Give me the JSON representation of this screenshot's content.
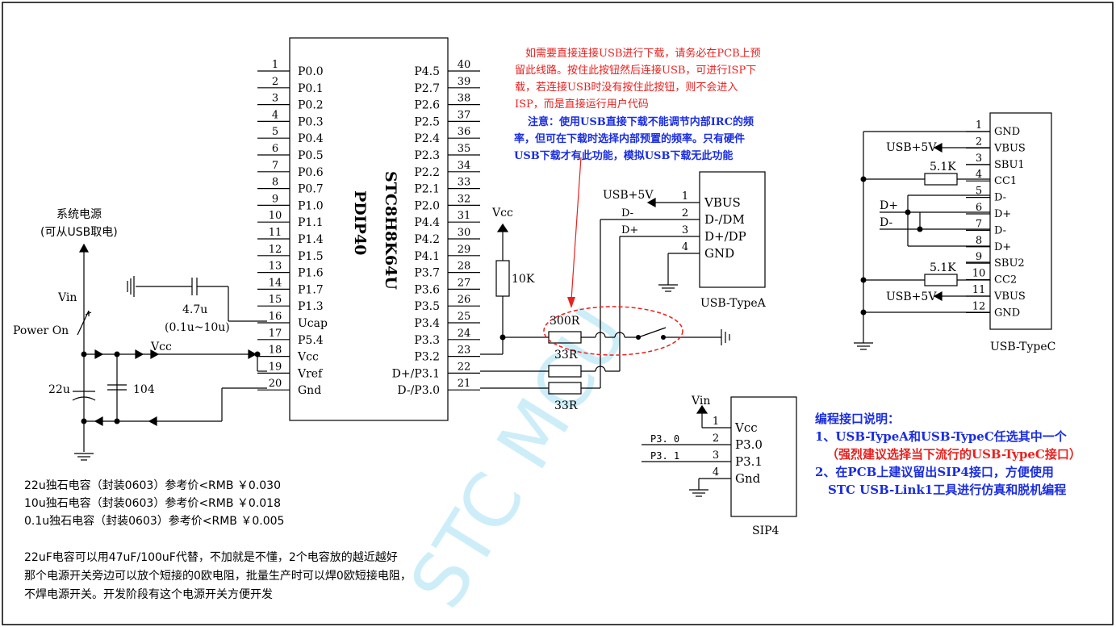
{
  "chip": {
    "name": "STC8H8K64U",
    "package": "PDIP40",
    "left_pins": [
      {
        "num": "1",
        "label": "P0.0"
      },
      {
        "num": "2",
        "label": "P0.1"
      },
      {
        "num": "3",
        "label": "P0.2"
      },
      {
        "num": "4",
        "label": "P0.3"
      },
      {
        "num": "5",
        "label": "P0.4"
      },
      {
        "num": "6",
        "label": "P0.5"
      },
      {
        "num": "7",
        "label": "P0.6"
      },
      {
        "num": "8",
        "label": "P0.7"
      },
      {
        "num": "9",
        "label": "P1.0"
      },
      {
        "num": "10",
        "label": "P1.1"
      },
      {
        "num": "11",
        "label": "P1.4"
      },
      {
        "num": "12",
        "label": "P1.5"
      },
      {
        "num": "13",
        "label": "P1.6"
      },
      {
        "num": "14",
        "label": "P1.7"
      },
      {
        "num": "15",
        "label": "P1.3"
      },
      {
        "num": "16",
        "label": "Ucap"
      },
      {
        "num": "17",
        "label": "P5.4"
      },
      {
        "num": "18",
        "label": "Vcc"
      },
      {
        "num": "19",
        "label": "Vref"
      },
      {
        "num": "20",
        "label": "Gnd"
      }
    ],
    "right_pins": [
      {
        "num": "40",
        "label": "P4.5"
      },
      {
        "num": "39",
        "label": "P2.7"
      },
      {
        "num": "38",
        "label": "P2.6"
      },
      {
        "num": "37",
        "label": "P2.5"
      },
      {
        "num": "36",
        "label": "P2.4"
      },
      {
        "num": "35",
        "label": "P2.3"
      },
      {
        "num": "34",
        "label": "P2.2"
      },
      {
        "num": "33",
        "label": "P2.1"
      },
      {
        "num": "32",
        "label": "P2.0"
      },
      {
        "num": "31",
        "label": "P4.4"
      },
      {
        "num": "30",
        "label": "P4.2"
      },
      {
        "num": "29",
        "label": "P4.1"
      },
      {
        "num": "28",
        "label": "P3.7"
      },
      {
        "num": "27",
        "label": "P3.6"
      },
      {
        "num": "26",
        "label": "P3.5"
      },
      {
        "num": "25",
        "label": "P3.4"
      },
      {
        "num": "24",
        "label": "P3.3"
      },
      {
        "num": "23",
        "label": "P3.2"
      },
      {
        "num": "22",
        "label": "D+/P3.1"
      },
      {
        "num": "21",
        "label": "D-/P3.0"
      }
    ]
  },
  "power": {
    "source_title": "系统电源",
    "source_subtitle": "(可从USB取电)",
    "vin": "Vin",
    "switch_label": "Power On",
    "vcc": "Vcc",
    "cap_ucap": "4.7u",
    "cap_ucap_range": "(0.1u~10u)",
    "cap_22u": "22u",
    "cap_104": "104",
    "vcc_top": "Vcc",
    "pullup": "10K"
  },
  "usb_a": {
    "title": "USB-TypeA",
    "usb5v": "USB+5V",
    "pins": [
      {
        "num": "1",
        "label": "VBUS"
      },
      {
        "num": "2",
        "label": "D-/DM"
      },
      {
        "num": "3",
        "label": "D+/DP"
      },
      {
        "num": "4",
        "label": "GND"
      }
    ],
    "dminus": "D-",
    "dplus": "D+"
  },
  "resistors": {
    "r300": "300R",
    "r33a": "33R",
    "r33b": "33R"
  },
  "usb_c": {
    "title": "USB-TypeC",
    "usb5v_top": "USB+5V",
    "usb5v_bottom": "USB+5V",
    "r_top": "5.1K",
    "r_bottom": "5.1K",
    "dplus": "D+",
    "dminus": "D-",
    "pins": [
      {
        "num": "1",
        "label": "GND"
      },
      {
        "num": "2",
        "label": "VBUS"
      },
      {
        "num": "3",
        "label": "SBU1"
      },
      {
        "num": "4",
        "label": "CC1"
      },
      {
        "num": "5",
        "label": "D-"
      },
      {
        "num": "6",
        "label": "D+"
      },
      {
        "num": "7",
        "label": "D-"
      },
      {
        "num": "8",
        "label": "D+"
      },
      {
        "num": "9",
        "label": "SBU2"
      },
      {
        "num": "10",
        "label": "CC2"
      },
      {
        "num": "11",
        "label": "VBUS"
      },
      {
        "num": "12",
        "label": "GND"
      }
    ]
  },
  "sip4": {
    "title": "SIP4",
    "vin": "Vin",
    "net_p30": "P3. 0",
    "net_p31": "P3. 1",
    "pins": [
      {
        "num": "1",
        "label": "Vcc"
      },
      {
        "num": "2",
        "label": "P3.0"
      },
      {
        "num": "3",
        "label": "P3.1"
      },
      {
        "num": "4",
        "label": "Gnd"
      }
    ]
  },
  "notes": {
    "red_note": [
      "如需要直接连接USB进行下载，请务必在PCB上预",
      "留此线路。按住此按钮然后连接USB，可进行ISP下",
      "载，若连接USB时没有按住此按钮，则不会进入",
      "ISP，而是直接运行用户代码"
    ],
    "blue_note": [
      "注意：使用USB直接下载不能调节内部IRC的频",
      "率，但可在下载时选择内部预置的频率。只有硬件",
      "USB下载才有此功能，模拟USB下载无此功能"
    ],
    "prog_title": "编程接口说明：",
    "prog_line1": "1、USB-TypeA和USB-TypeC任选其中一个",
    "prog_line2": "（强烈建议选择当下流行的USB-TypeC接口）",
    "prog_line3": "2、在PCB上建议留出SIP4接口，方便使用",
    "prog_line4": "STC USB-Link1工具进行仿真和脱机编程",
    "price_lines": [
      "22u独石电容（封装0603）参考价<RMB ￥0.030",
      "10u独石电容（封装0603）参考价<RMB ￥0.018",
      "0.1u独石电容（封装0603）参考价<RMB ￥0.005"
    ],
    "bottom_lines": [
      "22uF电容可以用47uF/100uF代替，不加就是不懂，2个电容放的越近越好",
      "那个电源开关旁边可以放个短接的0欧电阻，批量生产时可以焊0欧短接电阻，",
      "不焊电源开关。开发阶段有这个电源开关方便开发"
    ]
  },
  "watermark": "STC MCU",
  "colors": {
    "red": "#e8211f",
    "blue": "#1a2de0",
    "watermark": "#cdeef8"
  }
}
